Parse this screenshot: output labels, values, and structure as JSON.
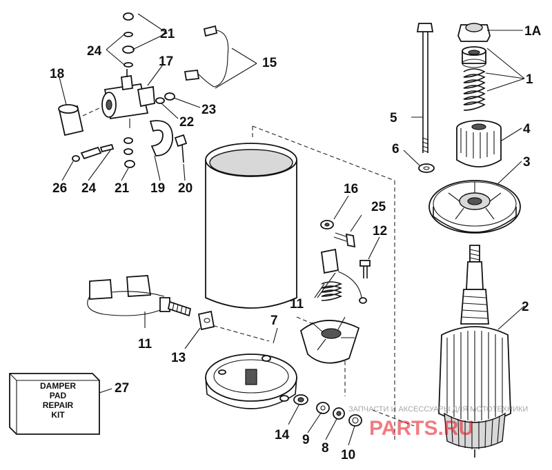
{
  "callouts": {
    "c1a": "1A",
    "c1": "1",
    "c2": "2",
    "c3": "3",
    "c4": "4",
    "c5": "5",
    "c6": "6",
    "c7": "7",
    "c8": "8",
    "c9": "9",
    "c10": "10",
    "c11a": "11",
    "c11b": "11",
    "c12": "12",
    "c13": "13",
    "c14": "14",
    "c15": "15",
    "c16": "16",
    "c17": "17",
    "c18": "18",
    "c19": "19",
    "c20": "20",
    "c21a": "21",
    "c21b": "21",
    "c22": "22",
    "c23": "23",
    "c24a": "24",
    "c24b": "24",
    "c25": "25",
    "c26": "26",
    "c27": "27"
  },
  "kit_box": {
    "line1": "DAMPER",
    "line2": "PAD",
    "line3": "REPAIR",
    "line4": "KIT"
  },
  "watermark": {
    "text_small": "ЗАПЧАСТИ И АКСЕССУАРЫ ДЛЯ МОТОТЕХНИКИ",
    "logo": "PARTS.RU"
  }
}
